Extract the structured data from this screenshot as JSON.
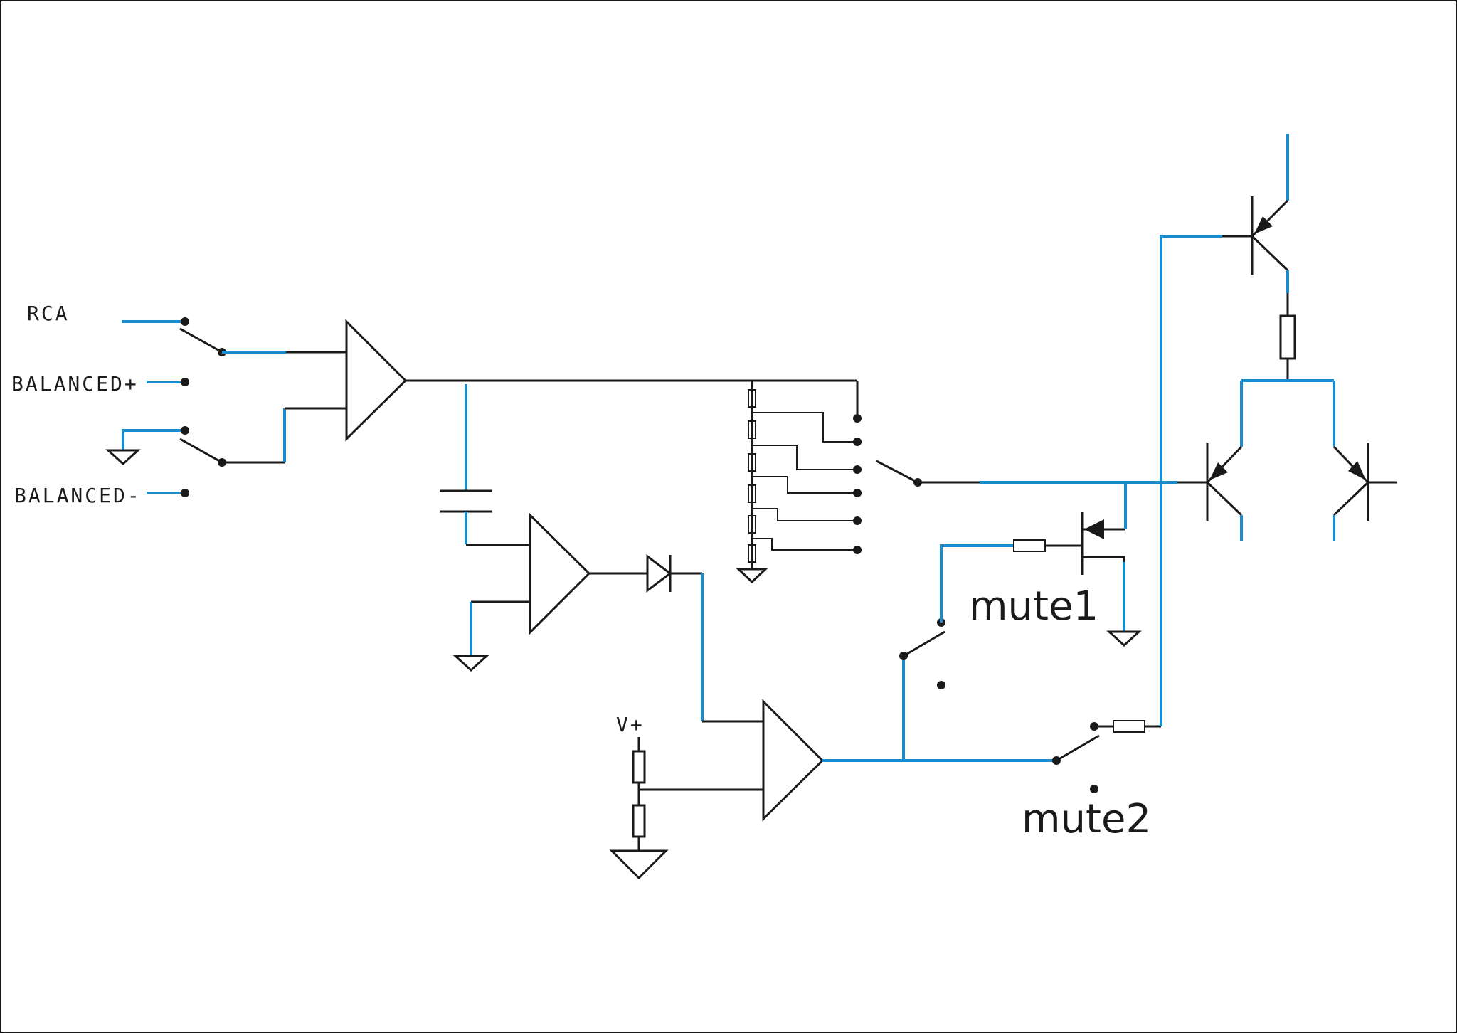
{
  "labels": {
    "rca": "RCA",
    "balanced_plus": "BALANCED+",
    "balanced_minus": "BALANCED-",
    "vplus": "V+",
    "mute1": "mute1",
    "mute2": "mute2"
  },
  "colors": {
    "wire_black": "#1a1a1a",
    "wire_blue": "#1a8ccc",
    "background": "#ffffff"
  },
  "components": [
    "input-selector-switch",
    "input-amplifier",
    "coupling-capacitor",
    "detector-amplifier",
    "rectifier-diode",
    "comparator-amplifier",
    "voltage-divider",
    "attenuator-resistor-ladder",
    "level-selector-switch",
    "mute1-switch",
    "mute1-fet",
    "mute2-switch",
    "output-transistors"
  ]
}
